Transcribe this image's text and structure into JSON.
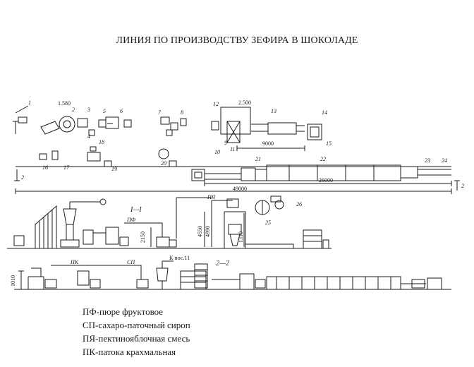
{
  "title": "ЛИНИЯ ПО ПРОИЗВОДСТВУ ЗЕФИРА В ШОКОЛАДЕ",
  "plan": {
    "dim_total": "49000",
    "dim_upper": "9000",
    "dim_lower": "26000",
    "dim_small": "2.500",
    "dim_left": "1.580",
    "section_mark": "2"
  },
  "elevation_1": {
    "section": "I—I",
    "flow_pf": "ПФ",
    "flow_pya": "ПЯ",
    "dims": [
      "2150",
      "4550",
      "4990",
      "1310"
    ]
  },
  "elevation_2": {
    "section": "2—2",
    "flow_sp": "СП",
    "flow_pk": "ПК",
    "dims": [
      "1010",
      "К пос.11"
    ]
  },
  "equipment_labels": [
    "1",
    "2",
    "3",
    "4",
    "5",
    "6",
    "7",
    "8",
    "9",
    "10",
    "11",
    "12",
    "13",
    "14",
    "15",
    "16",
    "17",
    "18",
    "19",
    "20",
    "21",
    "22",
    "23",
    "24",
    "25",
    "26"
  ],
  "legend": [
    "ПФ-пюре фруктовое",
    "СП-сахаро-паточный сироп",
    "ПЯ-пектинояблочная смесь",
    "ПК-патока крахмальная"
  ]
}
